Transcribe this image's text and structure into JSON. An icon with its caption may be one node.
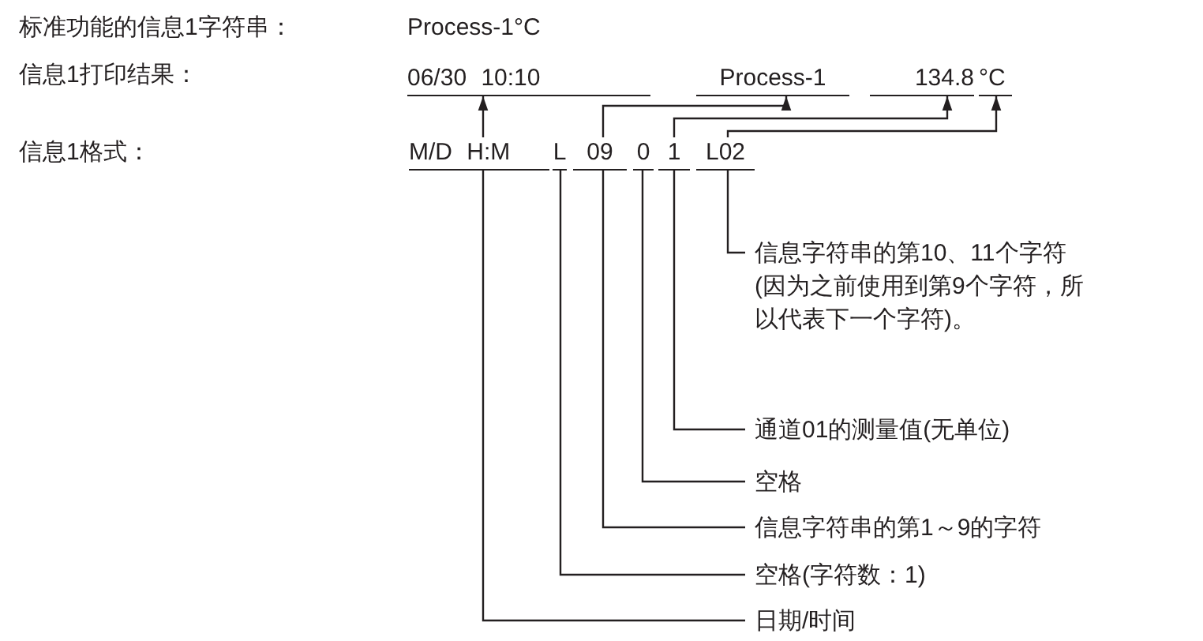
{
  "diagram": {
    "nodes": [
      {
        "text": [
          "06/30 10:10"
        ]
      },
      {
        "text": [
          "Process-1"
        ]
      },
      {
        "text": [
          "134.8"
        ]
      },
      {
        "text": [
          "°C"
        ]
      },
      {
        "text": [
          "M/D H:M"
        ]
      },
      {
        "text": [
          "L"
        ]
      },
      {
        "text": [
          "09"
        ]
      },
      {
        "text": [
          "0"
        ]
      },
      {
        "text": [
          "1"
        ]
      },
      {
        "text": [
          "L02"
        ]
      },
      {
        "text": [
          "信息字符串的第10、11个字符(因为之前使用到第9个字符，所以代表下一个字符)。"
        ]
      },
      {
        "text": [
          "通道01的测量值(无单位)"
        ]
      },
      {
        "text": [
          "空格"
        ]
      },
      {
        "text": [
          "信息字符串的第1～9的字符"
        ]
      },
      {
        "text": [
          "空格(字符数：1)"
        ]
      },
      {
        "text": [
          "日期/时间"
        ]
      }
    ],
    "edges": [
      {
        "from": 4,
        "to": 0,
        "arrow": "to"
      },
      {
        "from": 6,
        "to": 1,
        "arrow": "to"
      },
      {
        "from": 8,
        "to": 2,
        "arrow": "to"
      },
      {
        "from": 9,
        "to": 3,
        "arrow": "to"
      },
      {
        "from": 9,
        "to": 10,
        "arrow": "none"
      },
      {
        "from": 8,
        "to": 11,
        "arrow": "none"
      },
      {
        "from": 7,
        "to": 12,
        "arrow": "none"
      },
      {
        "from": 6,
        "to": 13,
        "arrow": "none"
      },
      {
        "from": 5,
        "to": 14,
        "arrow": "none"
      },
      {
        "from": 4,
        "to": 15,
        "arrow": "none"
      }
    ],
    "labels": [
      "标准功能的信息1字符串：",
      "Process-1°C",
      "信息1打印结果：",
      "信息1格式："
    ]
  }
}
